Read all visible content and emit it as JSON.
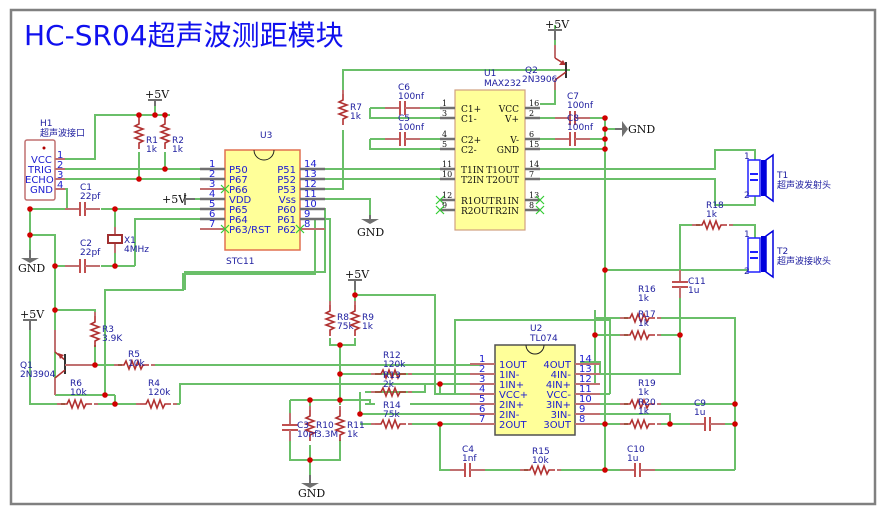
{
  "title": "HC-SR04超声波测距模块",
  "power_label": "+5V",
  "ground_label": "GND",
  "h1": {
    "ref": "H1",
    "name": "超声波接口",
    "pins": [
      {
        "num": "1",
        "name": "VCC"
      },
      {
        "num": "2",
        "name": "TRIG"
      },
      {
        "num": "3",
        "name": "ECHO"
      },
      {
        "num": "4",
        "name": "GND"
      }
    ]
  },
  "u3": {
    "ref": "U3",
    "part": "STC11",
    "left_pins": [
      {
        "num": "1",
        "name": "P50"
      },
      {
        "num": "2",
        "name": "P67"
      },
      {
        "num": "3",
        "name": "P66"
      },
      {
        "num": "4",
        "name": "VDD"
      },
      {
        "num": "5",
        "name": "P65"
      },
      {
        "num": "6",
        "name": "P64"
      },
      {
        "num": "7",
        "name": "P63/RST"
      }
    ],
    "right_pins": [
      {
        "num": "14",
        "name": "P51"
      },
      {
        "num": "13",
        "name": "P52"
      },
      {
        "num": "12",
        "name": "P53"
      },
      {
        "num": "11",
        "name": "Vss"
      },
      {
        "num": "10",
        "name": "P60"
      },
      {
        "num": "9",
        "name": "P61"
      },
      {
        "num": "8",
        "name": "P62"
      }
    ]
  },
  "u1": {
    "ref": "U1",
    "part": "MAX232",
    "left_pins": [
      {
        "num": "1",
        "name": "C1+"
      },
      {
        "num": "3",
        "name": "C1-"
      },
      {
        "num": "4",
        "name": "C2+"
      },
      {
        "num": "5",
        "name": "C2-"
      },
      {
        "num": "11",
        "name": "T1IN"
      },
      {
        "num": "10",
        "name": "T2IN"
      },
      {
        "num": "12",
        "name": "R1OUT"
      },
      {
        "num": "9",
        "name": "R2OUT"
      }
    ],
    "right_pins": [
      {
        "num": "16",
        "name": "VCC"
      },
      {
        "num": "2",
        "name": "V+"
      },
      {
        "num": "6",
        "name": "V-"
      },
      {
        "num": "15",
        "name": "GND"
      },
      {
        "num": "14",
        "name": "T1OUT"
      },
      {
        "num": "7",
        "name": "T2OUT"
      },
      {
        "num": "13",
        "name": "R1IN"
      },
      {
        "num": "8",
        "name": "R2IN"
      }
    ]
  },
  "u2": {
    "ref": "U2",
    "part": "TL074",
    "left_pins": [
      {
        "num": "1",
        "name": "1OUT"
      },
      {
        "num": "2",
        "name": "1IN-"
      },
      {
        "num": "3",
        "name": "1IN+"
      },
      {
        "num": "4",
        "name": "VCC+"
      },
      {
        "num": "5",
        "name": "2IN+"
      },
      {
        "num": "6",
        "name": "2IN-"
      },
      {
        "num": "7",
        "name": "2OUT"
      }
    ],
    "right_pins": [
      {
        "num": "14",
        "name": "4OUT"
      },
      {
        "num": "13",
        "name": "4IN-"
      },
      {
        "num": "12",
        "name": "4IN+"
      },
      {
        "num": "11",
        "name": "VCC-"
      },
      {
        "num": "10",
        "name": "3IN+"
      },
      {
        "num": "9",
        "name": "3IN-"
      },
      {
        "num": "8",
        "name": "3OUT"
      }
    ]
  },
  "transistors": {
    "q1": {
      "ref": "Q1",
      "part": "2N3904"
    },
    "q2": {
      "ref": "Q2",
      "part": "2N3906"
    }
  },
  "crystal": {
    "ref": "X1",
    "value": "4MHz"
  },
  "transducers": {
    "t1": {
      "ref": "T1",
      "name": "超声波发射头",
      "pin_a": "1",
      "pin_b": "2"
    },
    "t2": {
      "ref": "T2",
      "name": "超声波接收头",
      "pin_a": "1",
      "pin_b": "2"
    }
  },
  "resistors": {
    "r1": {
      "ref": "R1",
      "value": "1k"
    },
    "r2": {
      "ref": "R2",
      "value": "1k"
    },
    "r3": {
      "ref": "R3",
      "value": "3.9K"
    },
    "r4": {
      "ref": "R4",
      "value": "120k"
    },
    "r5": {
      "ref": "R5",
      "value": "10k"
    },
    "r6": {
      "ref": "R6",
      "value": "10k"
    },
    "r7": {
      "ref": "R7",
      "value": "1k"
    },
    "r8": {
      "ref": "R8",
      "value": "75k"
    },
    "r9": {
      "ref": "R9",
      "value": "1k"
    },
    "r10": {
      "ref": "R10",
      "value": "3.3M"
    },
    "r11": {
      "ref": "R11",
      "value": "1k"
    },
    "r12": {
      "ref": "R12",
      "value": "120k"
    },
    "r13": {
      "ref": "R13",
      "value": "2k"
    },
    "r14": {
      "ref": "R14",
      "value": "75k"
    },
    "r15": {
      "ref": "R15",
      "value": "10k"
    },
    "r16": {
      "ref": "R16",
      "value": "1k"
    },
    "r17": {
      "ref": "R17",
      "value": "1k"
    },
    "r18": {
      "ref": "R18",
      "value": "1k"
    },
    "r19": {
      "ref": "R19",
      "value": "1k"
    },
    "r20": {
      "ref": "R20",
      "value": "1k"
    }
  },
  "capacitors": {
    "c1": {
      "ref": "C1",
      "value": "22pf"
    },
    "c2": {
      "ref": "C2",
      "value": "22pf"
    },
    "c3": {
      "ref": "C3",
      "value": "10nf"
    },
    "c4": {
      "ref": "C4",
      "value": "1nf"
    },
    "c5": {
      "ref": "C5",
      "value": "100nf"
    },
    "c6": {
      "ref": "C6",
      "value": "100nf"
    },
    "c7": {
      "ref": "C7",
      "value": "100nf"
    },
    "c8": {
      "ref": "C8",
      "value": "100nf"
    },
    "c9": {
      "ref": "C9",
      "value": "1u"
    },
    "c10": {
      "ref": "C10",
      "value": "1u"
    },
    "c11": {
      "ref": "C11",
      "value": "1u"
    }
  }
}
